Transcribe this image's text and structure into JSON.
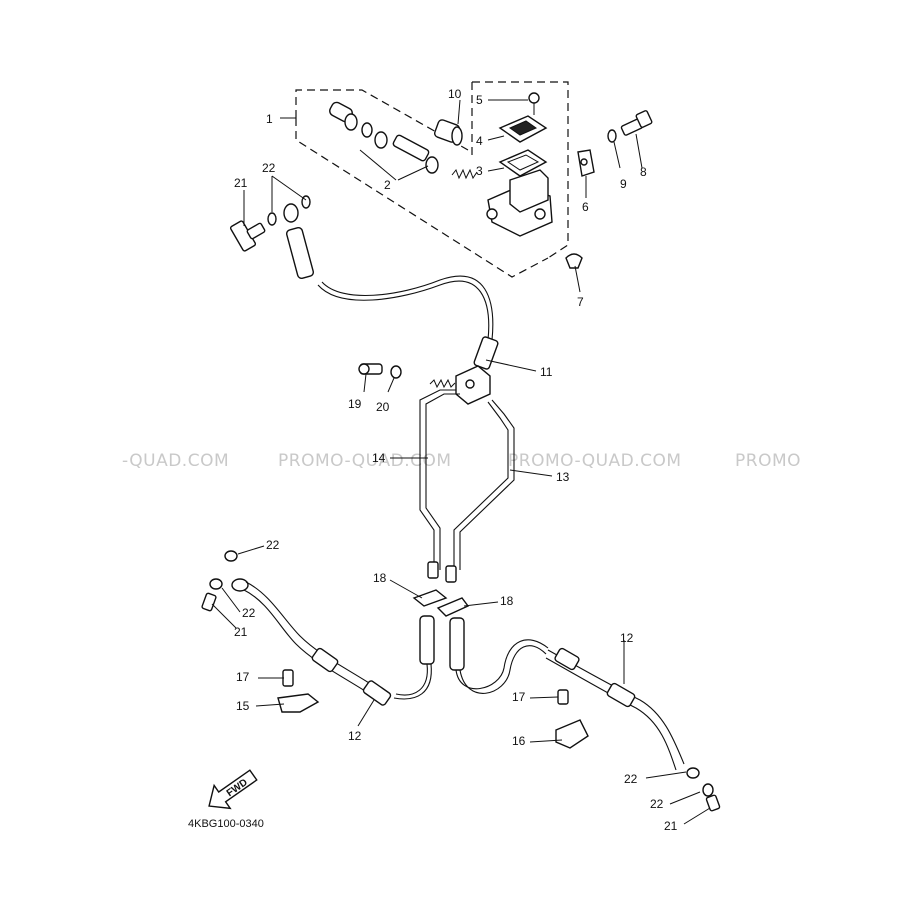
{
  "watermarks": [
    "-QUAD.COM",
    "PROMO-QUAD.COM",
    "PROMO-QUAD.COM",
    "PROMO"
  ],
  "diagram_code": "4KBG100-0340",
  "fwd_label": "FWD",
  "callouts": {
    "n1": "1",
    "n2": "2",
    "n3": "3",
    "n4": "4",
    "n5": "5",
    "n6": "6",
    "n7": "7",
    "n8": "8",
    "n9": "9",
    "n10": "10",
    "n11": "11",
    "n12a": "12",
    "n12b": "12",
    "n13": "13",
    "n14": "14",
    "n15": "15",
    "n16": "16",
    "n17a": "17",
    "n17b": "17",
    "n18a": "18",
    "n18b": "18",
    "n19": "19",
    "n20": "20",
    "n21a": "21",
    "n21b": "21",
    "n21c": "21",
    "n22a": "22",
    "n22b": "22",
    "n22c": "22",
    "n22d": "22",
    "n22e": "22"
  }
}
